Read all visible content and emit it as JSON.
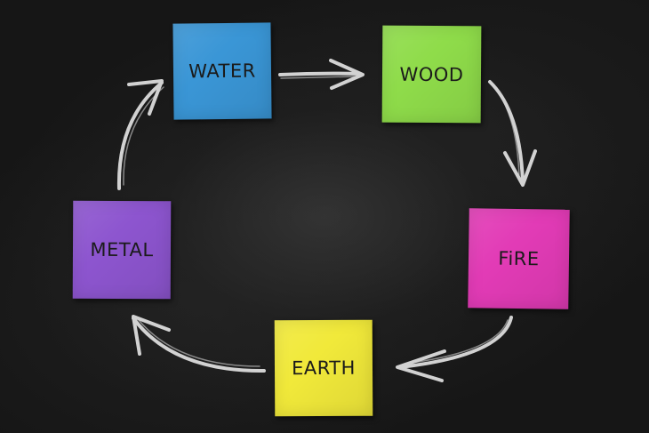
{
  "notes": {
    "water": {
      "label": "WATER",
      "color": "#3a96d6"
    },
    "wood": {
      "label": "WOOD",
      "color": "#8fdc4a"
    },
    "fire": {
      "label": "FiRE",
      "color": "#e23bb6"
    },
    "earth": {
      "label": "EARTH",
      "color": "#f1e93a"
    },
    "metal": {
      "label": "METAL",
      "color": "#8d55cf"
    }
  },
  "chalk_color": "#e6e6e6",
  "board_color": "#161616"
}
